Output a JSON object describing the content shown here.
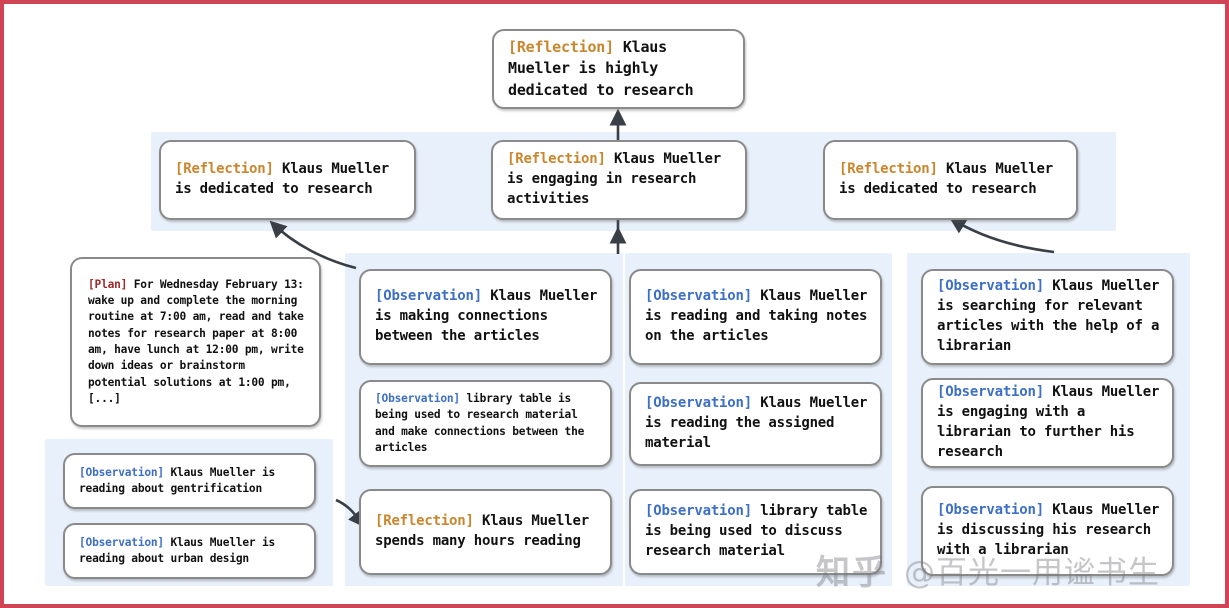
{
  "diagram": {
    "title": "Reflection tree for Klaus Mueller",
    "accent_border_color": "#cf4556",
    "panel_color": "#e8f0fb",
    "node_border_color": "#8a8a8a",
    "tag_colors": {
      "reflection": "#c8862e",
      "observation": "#3d6fc4",
      "plan": "#9e2a2a"
    }
  },
  "tags": {
    "reflection": "[Reflection]",
    "observation": "[Observation]",
    "plan": "[Plan]"
  },
  "nodes": {
    "root_reflection": {
      "tag": "[Reflection]",
      "text": " Klaus Mueller is highly dedicated to research"
    },
    "reflection_left": {
      "tag": "[Reflection]",
      "text": " Klaus Mueller is dedicated to research"
    },
    "reflection_center": {
      "tag": "[Reflection]",
      "text": " Klaus Mueller is engaging in research activities"
    },
    "reflection_right": {
      "tag": "[Reflection]",
      "text": " Klaus Mueller is dedicated to research"
    },
    "plan_box": {
      "tag": "[Plan]",
      "text": " For Wednesday February 13: wake up and complete the morning routine at 7:00 am, read and take notes for research paper at 8:00 am, have lunch at 12:00 pm, write down ideas or brainstorm potential solutions at 1:00 pm, [...]"
    },
    "obs_gentrification": {
      "tag": "[Observation]",
      "text": " Klaus Mueller is reading about gentrification"
    },
    "obs_urban_design": {
      "tag": "[Observation]",
      "text": " Klaus Mueller is reading about urban design"
    },
    "obs_connections": {
      "tag": "[Observation]",
      "text": " Klaus Mueller is making connections between the articles"
    },
    "obs_library_table_connections": {
      "tag": "[Observation]",
      "text": " library table is being used to research material and make connections between the articles"
    },
    "reflection_hours_reading": {
      "tag": "[Reflection]",
      "text": " Klaus Mueller spends many hours reading"
    },
    "obs_reading_notes": {
      "tag": "[Observation]",
      "text": " Klaus Mueller is reading and taking notes on the articles"
    },
    "obs_assigned_material": {
      "tag": "[Observation]",
      "text": " Klaus Mueller is reading the assigned material"
    },
    "obs_library_table_discuss": {
      "tag": "[Observation]",
      "text": " library table is being used to discuss research material"
    },
    "obs_searching_articles": {
      "tag": "[Observation]",
      "text": " Klaus Mueller is searching for relevant articles with the help of a librarian"
    },
    "obs_engaging_librarian": {
      "tag": "[Observation]",
      "text": " Klaus Mueller is engaging with a librarian to further his research"
    },
    "obs_discussing_librarian": {
      "tag": "[Observation]",
      "text": " Klaus Mueller is discussing his research with a librarian"
    }
  },
  "watermark": {
    "site": "知乎",
    "handle": "@百光一用谧书生"
  }
}
